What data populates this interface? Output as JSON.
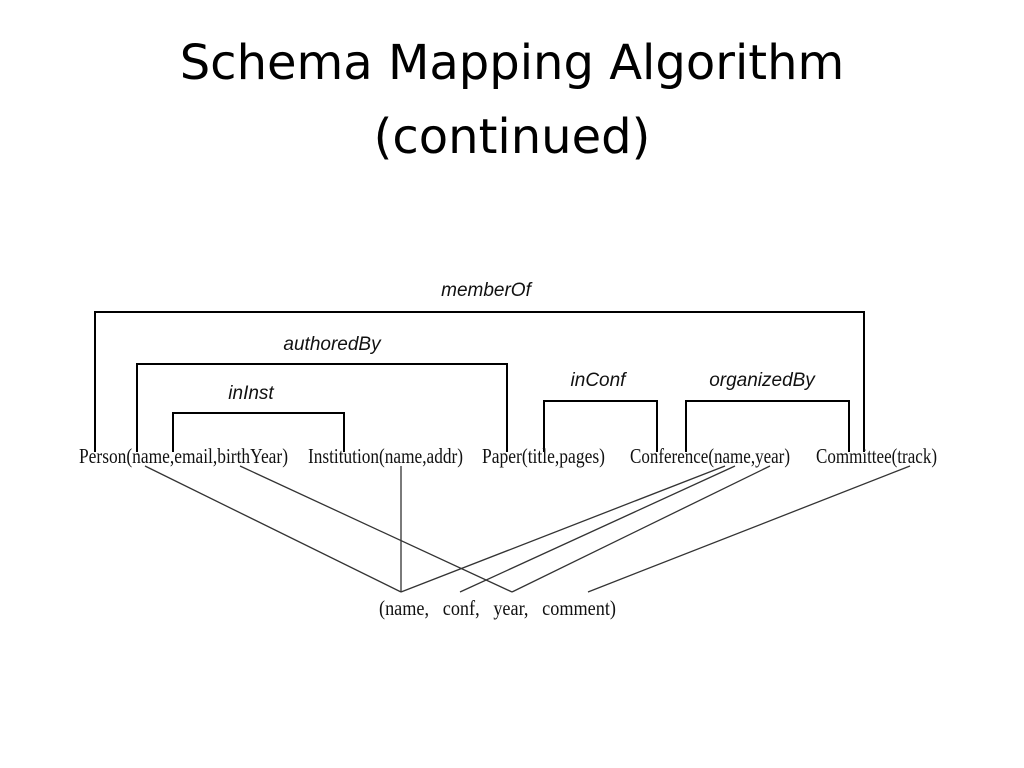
{
  "slide": {
    "title_line1": "Schema Mapping Algorithm",
    "title_line2": "(continued)"
  },
  "diagram": {
    "relationships": {
      "memberOf": "memberOf",
      "authoredBy": "authoredBy",
      "inInst": "inInst",
      "inConf": "inConf",
      "organizedBy": "organizedBy"
    },
    "entities": {
      "person": "Person(name,email,birthYear)",
      "institution": "Institution(name,addr)",
      "paper": "Paper(title,pages)",
      "conference": "Conference(name,year)",
      "committee": "Committee(track)"
    },
    "target_tuple": "(name,   conf,   year,   comment)"
  }
}
